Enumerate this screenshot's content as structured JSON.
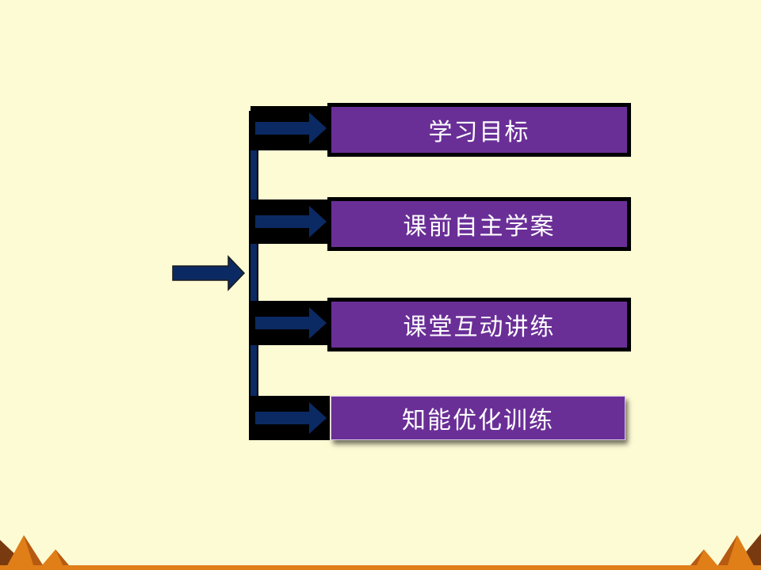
{
  "menu": {
    "items": [
      {
        "label": "学习目标"
      },
      {
        "label": "课前自主学案"
      },
      {
        "label": "课堂互动讲练"
      },
      {
        "label": "知能优化训练"
      }
    ]
  },
  "colors": {
    "background": "#fdfbd4",
    "box_fill": "#6a2f97",
    "box_border": "#000000",
    "arrow": "#0b2a63",
    "decoration_orange": "#e07e18",
    "decoration_dark": "#7a3a10"
  }
}
